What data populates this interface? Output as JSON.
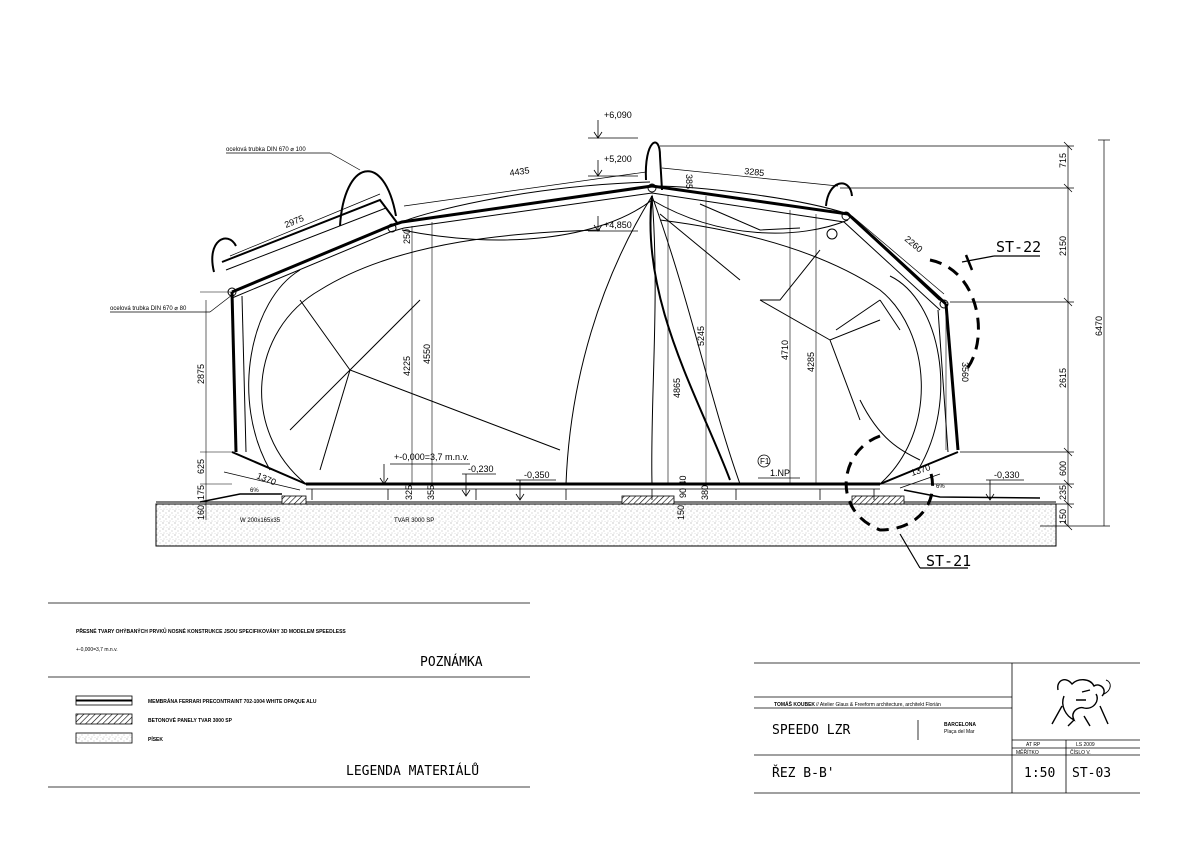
{
  "section": {
    "levels": {
      "top": "+6,090",
      "ridge": "+5,200",
      "inner": "+4,850",
      "ground": "+-0,000=3,7 m.n.v.",
      "floor_a": "-0,230",
      "floor_b": "-0,350",
      "floor_c": "-0,330"
    },
    "callouts": {
      "st22": "ST-22",
      "st21": "ST-21",
      "f1": "F1",
      "f1_note": "1.NP"
    },
    "notes": {
      "tube_top": "ocelová trubka DIN 670 ⌀ 100",
      "tube_side": "ocelová trubka DIN 670 ⌀ 80",
      "panel": "TVAR 3000 SP",
      "beam": "W 200x165x35",
      "slope_left": "6%",
      "slope_right": "6%"
    },
    "dims_top": {
      "d4435": "4435",
      "d3285": "3285",
      "d2975": "2975",
      "d2260": "2260",
      "d385": "385",
      "d1370": "1370",
      "d1370b": "1370"
    },
    "dims_vertical": {
      "d2875": "2875",
      "d625": "625",
      "d175": "175",
      "d160": "160",
      "d4225": "4225",
      "d4550": "4550",
      "d5245": "5245",
      "d4865": "4865",
      "d4710": "4710",
      "d4285": "4285",
      "d3560": "3560",
      "d325": "325",
      "d355": "355",
      "d150": "150",
      "d9040": "90 40",
      "d380": "380",
      "d250": "250"
    },
    "dims_right": {
      "d715": "715",
      "d2150": "2150",
      "d2615": "2615",
      "d600": "600",
      "d235": "235",
      "d150": "150",
      "total": "6470"
    }
  },
  "notes_block": {
    "text1": "PŘESNÉ TVARY OHÝBANÝCH PRVKŮ NOSNÉ KONSTRUKCE JSOU SPECIFIKOVÁNY 3D MODELEM SPEEDLESS",
    "text2": "+-0,000=3,7 m.n.v.",
    "heading": "POZNÁMKA"
  },
  "legend": {
    "items": [
      {
        "pattern": "membrane",
        "label": "MEMBRÁNA FERRARI PRECONTRAINT 702-1004 WHITE OPAQUE ALU"
      },
      {
        "pattern": "hatch",
        "label": "BETONOVÉ PANELY TVAR 3000 SP"
      },
      {
        "pattern": "sand",
        "label": "PÍSEK"
      }
    ],
    "heading": "LEGENDA MATERIÁLŮ"
  },
  "title_block": {
    "author": "TOMÁŠ KOUBEK",
    "studio": "// Atelier Glaus & Freeform architecture, architekt Florián",
    "project": "SPEEDO LZR",
    "city": "BARCELONA",
    "place": "Plaça del Mar",
    "drawing": "ŘEZ B-B'",
    "stage_label": "AT RP",
    "date": "LS 2009",
    "scale_label": "MĚŘÍTKO",
    "number_label": "ČÍSLO V.",
    "scale": "1:50",
    "number": "ST-03"
  },
  "colors": {
    "ink": "#000000",
    "sand": "#c8c8c8",
    "paper": "#ffffff"
  }
}
